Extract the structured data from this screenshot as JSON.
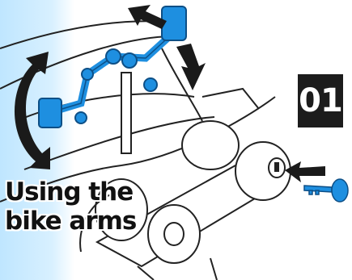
{
  "step": {
    "number": "01"
  },
  "caption": {
    "line1": "Using the",
    "line2": "bike arms"
  },
  "colors": {
    "accent": "#1e8fe0",
    "badge_bg": "#1c1c1c",
    "arrow": "#1a1a1a",
    "panel": "#cdebff"
  },
  "icons": [
    "rotate-arrow-icon",
    "lift-arrow-icon",
    "insert-arrow-icon",
    "key-icon",
    "lock-icon"
  ]
}
